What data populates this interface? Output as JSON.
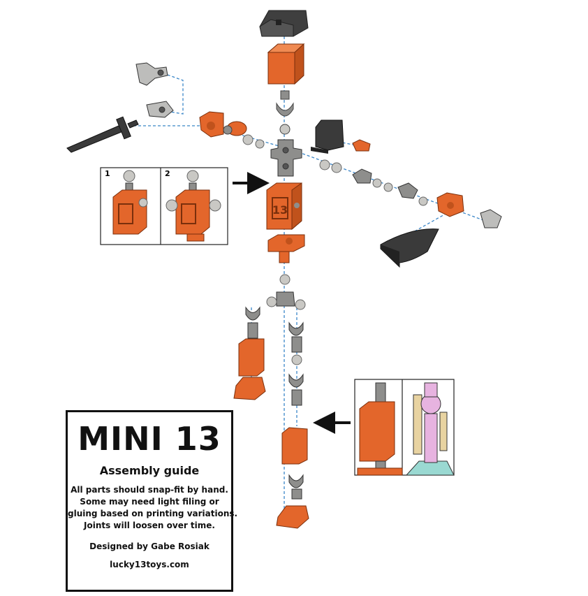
{
  "title_box": {
    "title": "MINI 13",
    "subtitle": "Assembly guide",
    "notes": [
      "All parts should snap-fit by hand.",
      "Some may need light filing or",
      "gluing based on printing variations.",
      "Joints will loosen over time."
    ],
    "credit": "Designed by Gabe Rosiak",
    "website": "lucky13toys.com"
  },
  "torso_inset": {
    "steps": [
      "1",
      "2"
    ],
    "part_marking": "13"
  },
  "colors": {
    "orange": "#e3662b",
    "orange_dark": "#b94a17",
    "grey": "#8e8e8c",
    "grey_light": "#c9c8c4",
    "black": "#3a3a3a",
    "guide_line": "#3a86c8",
    "pink": "#e7b3e0",
    "teal": "#9ad9d2",
    "tan": "#e8d3a1"
  }
}
